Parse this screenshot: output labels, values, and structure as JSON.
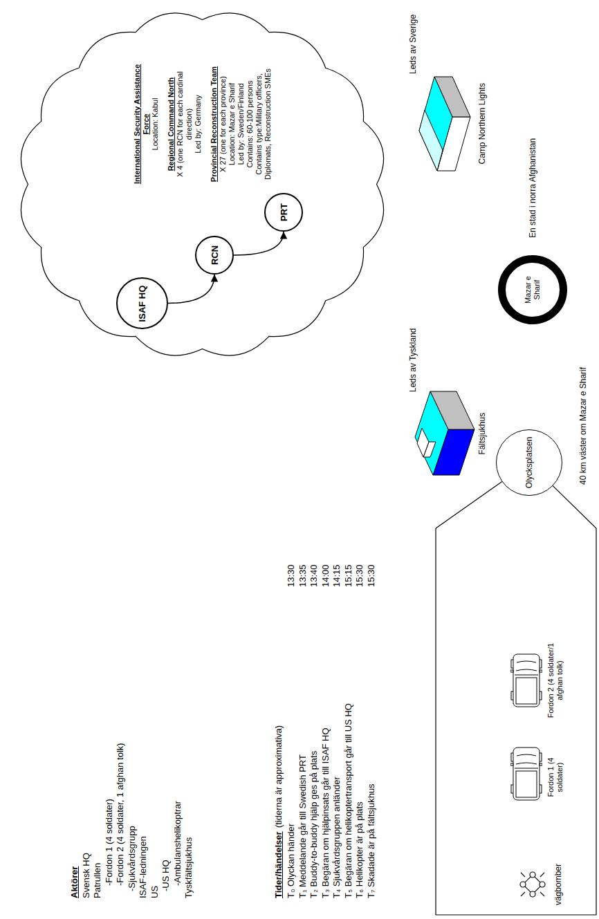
{
  "diagram": {
    "nodes": [
      {
        "text": [
          "International Security Assistance Force",
          "Location: Kabul",
          "Regional Command North",
          "X 4 (one RCN for each cardinal direction)",
          "Led by: Germany",
          "Provincial Reconstruction Team",
          "X 27 (one for each province)",
          "Location: Mazar e Sharif",
          "Led by: Sweden/Finland",
          "Contains: 60-100 persons",
          "Contains type:Military officers, Diplomats, Reconstruction SMEs"
        ]
      },
      {
        "text": [
          "ISAF HQ"
        ],
        "in": 0
      },
      {
        "text": [
          "RCN"
        ],
        "in": 0
      },
      {
        "text": [
          "PRT"
        ],
        "in": 0
      },
      {
        "text": [
          "Fordon 1 (4 soldater)"
        ]
      },
      {
        "text": [
          "Fordon 2 (4 soldater/1 afghan tolk)"
        ]
      },
      {
        "text": [
          "Olycksplatsen"
        ]
      },
      {
        "text": [
          "Leds av Tyskland",
          "Fältsjukhus"
        ]
      },
      {
        "text": [
          "Mazar e Sharif"
        ]
      },
      {
        "text": [
          "Leds av Sverige",
          "Camp Northern Lights"
        ]
      }
    ],
    "edges": [
      {
        "from": 1,
        "to": 2,
        "arrow": "to"
      },
      {
        "from": 2,
        "to": 3,
        "arrow": "to"
      }
    ],
    "labels": [
      "Aktörer",
      "Svensk HQ",
      "Patrullen",
      "-Fordon 1 (4 soldater)",
      "-Fordon 2 (4 soldater, 1 afghan tolk)",
      "-Sjukvårdsgrupp",
      "ISAF-ledningen",
      "US",
      "-US HQ",
      "-Ambulanshelikoptrar",
      "Tyskfältsjukhus",
      "Tider/händelser",
      "(tiderna är approximativa)",
      "T₀ Olyckan händer",
      "T₁ Meddelande går till Swedish PRT",
      "T₂ Buddy-to-buddy hjälp ges på plats",
      "T₃ Begäran om hjälpinsats går till ISAF HQ",
      "T₄ Sjukvårdsgruppen anländer",
      "T₅ Begäran om helikoptertransport går till US HQ",
      "T₆ Helikopter är på plats",
      "T₇ Skadade är på fältsjukhus",
      "13:30",
      "13:35",
      "13:40",
      "14:00",
      "14:15",
      "15:15",
      "15:30",
      "15:30",
      "vägbomber",
      "40 km väster om Mazar e Sharif",
      "En stad i norra Afghanistan"
    ]
  }
}
